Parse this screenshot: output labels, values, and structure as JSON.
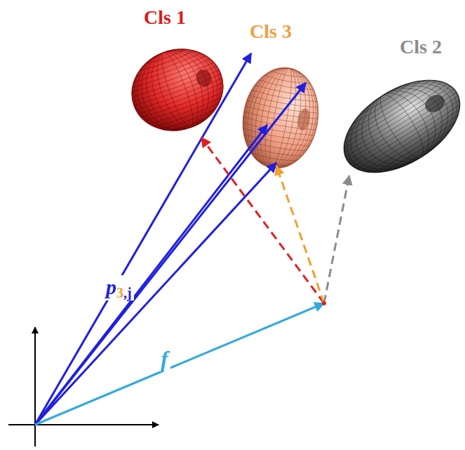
{
  "diagram": {
    "nodes": [
      {
        "text": [
          "Cls 1"
        ]
      },
      {
        "text": [
          "Cls 3"
        ]
      },
      {
        "text": [
          "Cls 2"
        ]
      }
    ],
    "labels": [
      "p",
      "3",
      ",j",
      "f"
    ]
  }
}
